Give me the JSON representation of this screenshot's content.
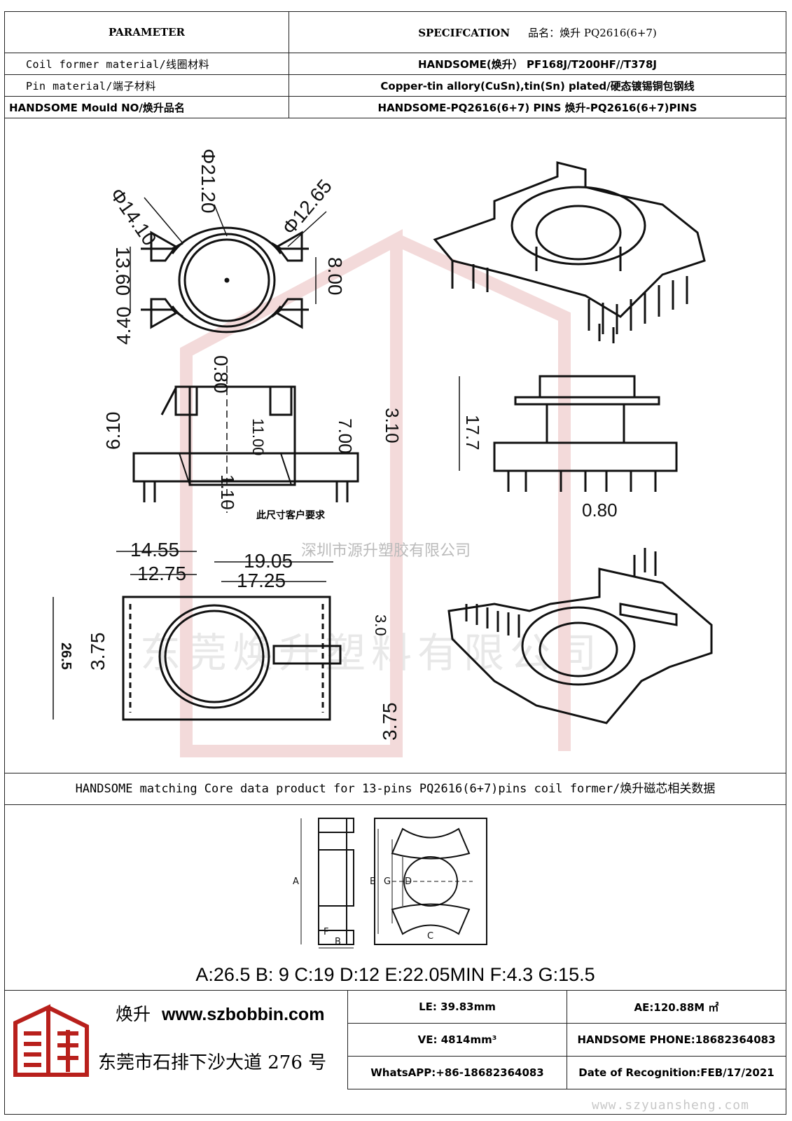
{
  "header": {
    "parameter": "PARAMETER",
    "spec_label": "SPECIFCATION",
    "product_label": "品名：焕升",
    "product_name": "PQ2616(6+7)",
    "rows": [
      {
        "label": "Coil former material/线圈材料",
        "value": "HANDSOME(焕升）  PF168J/T200HF//T378J"
      },
      {
        "label": "Pin material/端子材料",
        "value": "Copper-tin allory(CuSn),tin(Sn) plated/硬态镀锡铜包钢线"
      },
      {
        "label": "HANDSOME Mould NO/焕升品名",
        "value": "HANDSOME-PQ2616(6+7) PINS    焕升-PQ2616(6+7)PINS"
      }
    ]
  },
  "drawing": {
    "dims": {
      "A": "Φ14.10",
      "B": "Φ21.20",
      "C": "Φ12.65",
      "D": "8.00",
      "E": "13.60",
      "F": "4.40",
      "G": "0.80",
      "H": "6.10",
      "I": "11.00",
      "J": "1.10",
      "K": "7.00",
      "L": "3.10",
      "M": "17.7",
      "N": "0.80",
      "R": "14.55",
      "Q": "12.75",
      "S": "19.05",
      "T": "17.25",
      "U": "3.0",
      "P": "3.75",
      "V": "3.75",
      "W": "26.5"
    },
    "note": "此尺寸客户要求",
    "watermark_company": "深圳市源升塑胶有限公司",
    "watermark_big": "东莞焕升塑料有限公司"
  },
  "core": {
    "title": "HANDSOME matching Core data  product for 13-pins PQ2616(6+7)pins coil former/焕升磁芯相关数据",
    "labels": [
      "A",
      "B",
      "C",
      "D",
      "E",
      "F",
      "G"
    ],
    "values": "A:26.5 B: 9 C:19 D:12 E:22.05MIN F:4.3 G:15.5"
  },
  "footer": {
    "brand": "焕升",
    "url": "www.szbobbin.com",
    "address": "东莞市石排下沙大道 276 号",
    "le": "LE: 39.83mm",
    "ae": "AE:120.88M ㎡",
    "ve": "VE: 4814mm³",
    "phone": "HANDSOME PHONE:18682364083",
    "whatsapp": "WhatsAPP:+86-18682364083",
    "date": "Date of Recognition:FEB/17/2021",
    "watermark_url": "www.szyuansheng.com"
  },
  "colors": {
    "logo_red": "#b8201c",
    "line": "#222222"
  }
}
